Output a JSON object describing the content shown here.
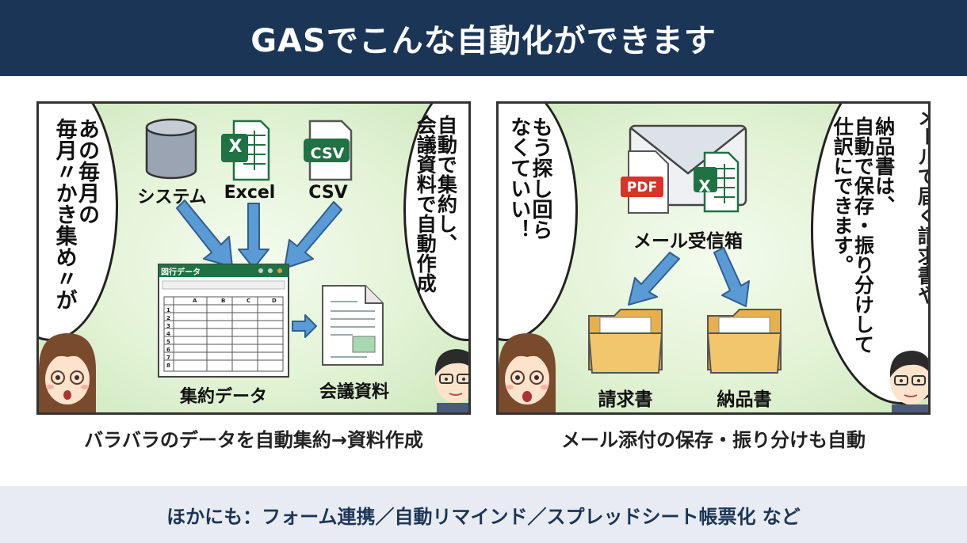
{
  "header": {
    "title": "GASでこんな自動化ができます"
  },
  "left_panel": {
    "speech_left": "あの毎月の\n毎月〃かき集め〃が",
    "speech_right": "自動で集約し、\n会議資料で自動作成",
    "sources": [
      {
        "label": "システム",
        "icon": "database-icon"
      },
      {
        "label": "Excel",
        "icon": "excel-icon"
      },
      {
        "label": "CSV",
        "icon": "csv-icon"
      }
    ],
    "excel_glyph": "X",
    "csv_glyph": "CSV",
    "sheet_title": "図行データ",
    "sheet_cols": [
      "A",
      "B",
      "C",
      "D"
    ],
    "sheet_rows": [
      "1",
      "2",
      "3",
      "4",
      "5",
      "6",
      "7",
      "8"
    ],
    "aggregate_label": "集約データ",
    "report_label": "会議資料",
    "caption": "バラバラのデータを自動集約→資料作成"
  },
  "right_panel": {
    "speech_left": "もう探し回ら\nなくていい！",
    "speech_right": "納品書は、\n自動で保存・振り分けして\n仕訳にできます。",
    "speech_far": "メールで届く請求書や",
    "pdf_glyph": "PDF",
    "excel_glyph": "X",
    "inbox_label": "メール受信箱",
    "folders": [
      {
        "label": "請求書"
      },
      {
        "label": "納品書"
      }
    ],
    "caption": "メール添付の保存・振り分けも自動"
  },
  "footer": {
    "text": "ほかにも：フォーム連携／自動リマインド／スプレッドシート帳票化 など"
  },
  "colors": {
    "header_bg": "#1b3557",
    "footer_bg": "#e8ecf2",
    "arrow": "#5b9bd5",
    "excel_green": "#1f7244",
    "pdf_red": "#d9322b",
    "folder": "#f2c66d"
  }
}
